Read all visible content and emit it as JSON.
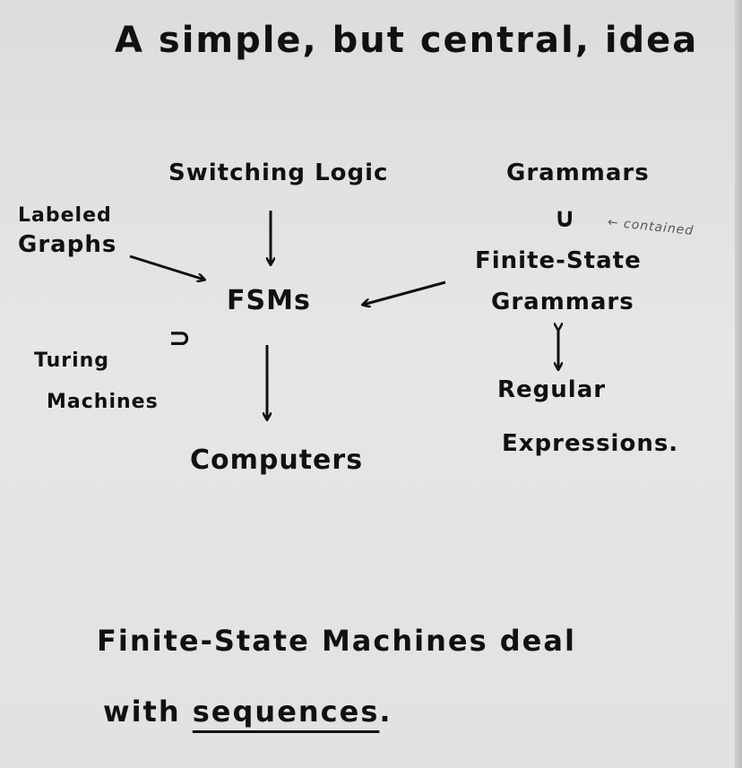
{
  "title": "A simple, but central, idea",
  "nodes": {
    "switching_logic": "Switching Logic",
    "grammars": "Grammars",
    "labeled_graphs_line1": "Labeled",
    "labeled_graphs_line2": "Graphs",
    "fsms": "FSMs",
    "finite_state_grammars_line1": "Finite-State",
    "finite_state_grammars_line2": "Grammars",
    "turing_machines_line1": "Turing",
    "turing_machines_line2": "Machines",
    "computers": "Computers",
    "regular_expressions_line1": "Regular",
    "regular_expressions_line2": "Expressions."
  },
  "symbols": {
    "subset": "∪",
    "superset": "⊃",
    "contained_note": "← contained"
  },
  "footer": {
    "line1": "Finite-State Machines deal",
    "line2_prefix": "with",
    "line2_emph": "sequences",
    "line2_suffix": "."
  }
}
